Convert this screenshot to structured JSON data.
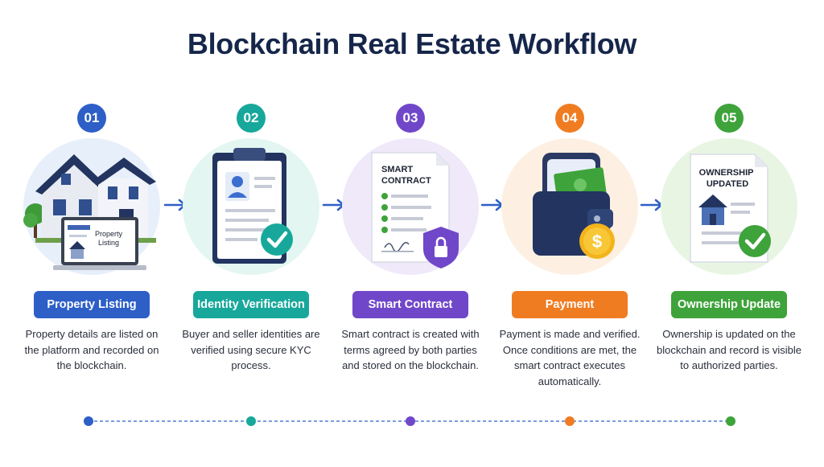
{
  "title": "Blockchain Real Estate Workflow",
  "steps": [
    {
      "number": "01",
      "label": "Property Listing",
      "color": "#2d5fc7",
      "tint": "#e7effa",
      "description": "Property details are listed on the platform and recorded on the blockchain.",
      "illustration_text": "Property\nListing"
    },
    {
      "number": "02",
      "label": "Identity Verification",
      "color": "#17a89b",
      "tint": "#e3f6f1",
      "description": "Buyer and seller identities are verified using secure KYC process."
    },
    {
      "number": "03",
      "label": "Smart Contract",
      "color": "#7047c9",
      "tint": "#efe9fa",
      "description": "Smart contract is created with terms agreed by both parties and stored on the blockchain.",
      "illustration_text": "SMART\nCONTRACT"
    },
    {
      "number": "04",
      "label": "Payment",
      "color": "#f07c22",
      "tint": "#fdf0e2",
      "description": "Payment is made and verified. Once conditions are met, the smart contract executes automatically."
    },
    {
      "number": "05",
      "label": "Ownership Update",
      "color": "#3ea33a",
      "tint": "#e8f5e3",
      "description": "Ownership is updated on the blockchain and record is visible to authorized parties.",
      "illustration_text": "OWNERSHIP\nUPDATED"
    }
  ],
  "icons": [
    "house-icon",
    "laptop-icon",
    "clipboard-icon",
    "checkmark-icon",
    "document-icon",
    "lock-icon",
    "wallet-icon",
    "coin-icon",
    "arrow-right-icon"
  ]
}
